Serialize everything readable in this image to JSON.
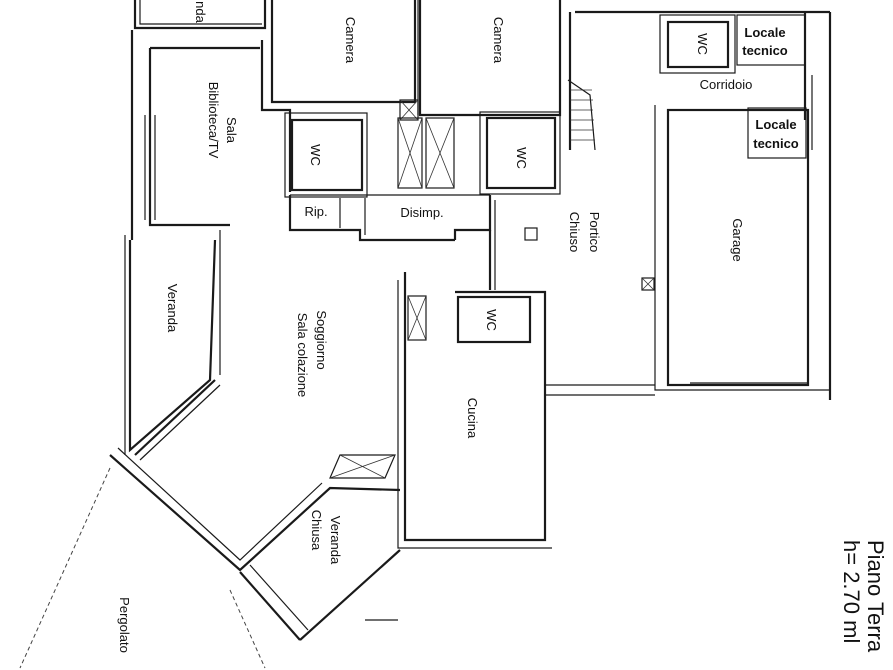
{
  "rooms": {
    "camera_left": "Camera",
    "camera_right": "Camera",
    "nda": "nda",
    "sala_line1": "Sala",
    "sala_line2": "Biblioteca/TV",
    "wc_left": "WC",
    "wc_mid": "WC",
    "wc_top": "WC",
    "wc_kitchen": "WC",
    "locale_tecnico_top_1": "Locale",
    "locale_tecnico_top_2": "tecnico",
    "locale_tecnico_mid_1": "Locale",
    "locale_tecnico_mid_2": "tecnico",
    "corridoio": "Corridoio",
    "rip": "Rip.",
    "disimp": "Disimp.",
    "portico_1": "Portico",
    "portico_2": "Chiuso",
    "garage": "Garage",
    "veranda": "Veranda",
    "soggiorno_1": "Soggiorno",
    "soggiorno_2": "Sala colazione",
    "cucina": "Cucina",
    "veranda_chiusa_1": "Veranda",
    "veranda_chiusa_2": "Chiusa",
    "pergolato": "Pergolato"
  },
  "floor_info": {
    "level": "Piano Terra",
    "height": "h= 2.70 ml"
  }
}
